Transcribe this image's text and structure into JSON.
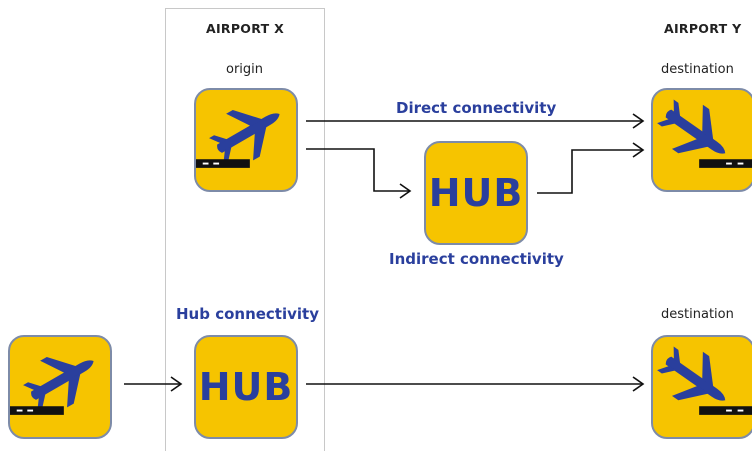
{
  "airport_x": {
    "title": "AIRPORT X",
    "role": "origin"
  },
  "airport_y": {
    "title": "AIRPORT Y",
    "role_top": "destination",
    "role_bottom": "destination"
  },
  "labels": {
    "direct": "Direct connectivity",
    "indirect": "Indirect connectivity",
    "hub_connectivity": "Hub connectivity"
  },
  "hub_tiles": {
    "top": "HUB",
    "bottom": "HUB"
  },
  "icons": {
    "origin": "takeoff-icon",
    "destination": "landing-icon",
    "hub": "hub-tile"
  },
  "colors": {
    "tile": "#f6c400",
    "ink": "#2a3f9d",
    "arrow": "#111111"
  }
}
